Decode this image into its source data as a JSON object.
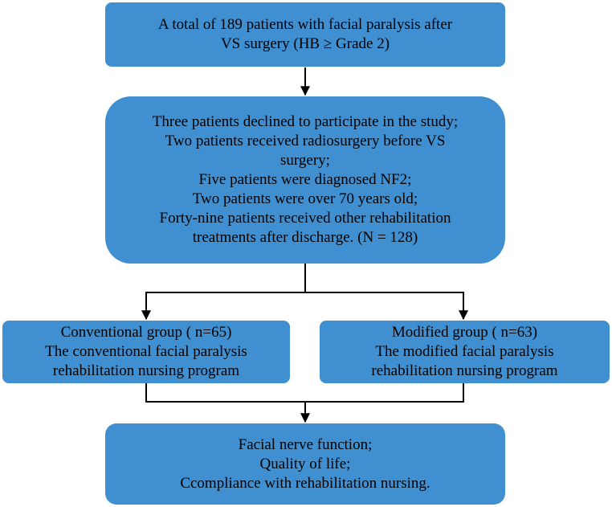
{
  "colors": {
    "box_fill": "#3F8FD1",
    "text": "#000000",
    "connector": "#000000",
    "background": "#FFFFFF"
  },
  "enrollment": {
    "lines": [
      "A total of 189 patients with facial paralysis after",
      "VS surgery (HB ≥ Grade 2)"
    ]
  },
  "exclusion": {
    "lines": [
      "Three patients declined to participate in the study;",
      "Two patients received radiosurgery before VS",
      "surgery;",
      "Five patients were diagnosed NF2;",
      "Two patients were over 70 years old;",
      "Forty-nine patients received other rehabilitation",
      "treatments after discharge. (N = 128)"
    ]
  },
  "conventional_group": {
    "lines": [
      "Conventional group ( n=65)",
      "The conventional facial paralysis",
      "rehabilitation nursing program"
    ]
  },
  "modified_group": {
    "lines": [
      "Modified group ( n=63)",
      "The modified facial paralysis",
      "rehabilitation nursing program"
    ]
  },
  "outcomes": {
    "lines": [
      "Facial nerve function;",
      "Quality of life;",
      "Ccompliance with rehabilitation nursing."
    ]
  }
}
